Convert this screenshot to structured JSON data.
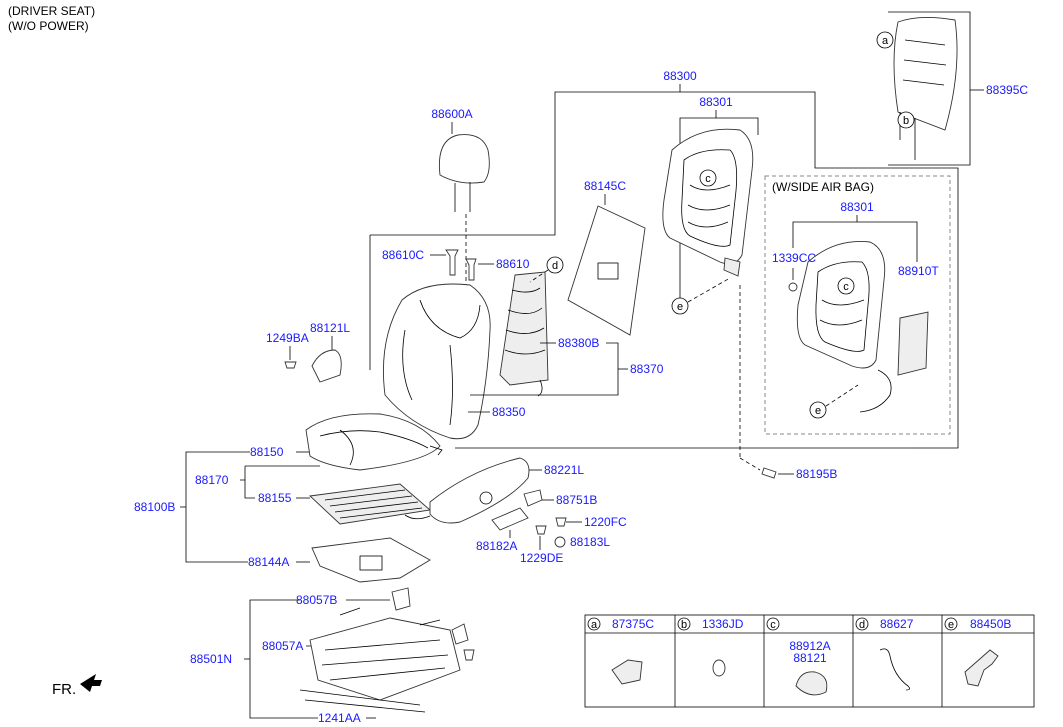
{
  "notes": {
    "line1": "(DRIVER SEAT)",
    "line2": "(W/O POWER)",
    "side_airbag": "(W/SIDE AIR BAG)"
  },
  "fr_label": "FR.",
  "parts": {
    "p88300": "88300",
    "p88301": "88301",
    "p88301b": "88301",
    "p88395c": "88395C",
    "p88600a": "88600A",
    "p88145c": "88145C",
    "p88610c": "88610C",
    "p88610": "88610",
    "p88121l": "88121L",
    "p1249ba": "1249BA",
    "p88380b": "88380B",
    "p88370": "88370",
    "p88350": "88350",
    "p1339cc": "1339CC",
    "p88910t": "88910T",
    "p88150": "88150",
    "p88170": "88170",
    "p88155": "88155",
    "p88100b": "88100B",
    "p88144a": "88144A",
    "p88221l": "88221L",
    "p88751b": "88751B",
    "p1220fc": "1220FC",
    "p88182a": "88182A",
    "p1229de": "1229DE",
    "p88183l": "88183L",
    "p88195b": "88195B",
    "p88057b": "88057B",
    "p88057a": "88057A",
    "p88501n": "88501N",
    "p1241aa": "1241AA"
  },
  "callouts": {
    "a": "a",
    "b": "b",
    "c": "c",
    "d": "d",
    "e": "e"
  },
  "legend": [
    {
      "letter": "a",
      "code": "87375C"
    },
    {
      "letter": "b",
      "code": "1336JD"
    },
    {
      "letter": "c",
      "code": "88912A",
      "code2": "88121"
    },
    {
      "letter": "d",
      "code": "88627"
    },
    {
      "letter": "e",
      "code": "88450B"
    }
  ]
}
